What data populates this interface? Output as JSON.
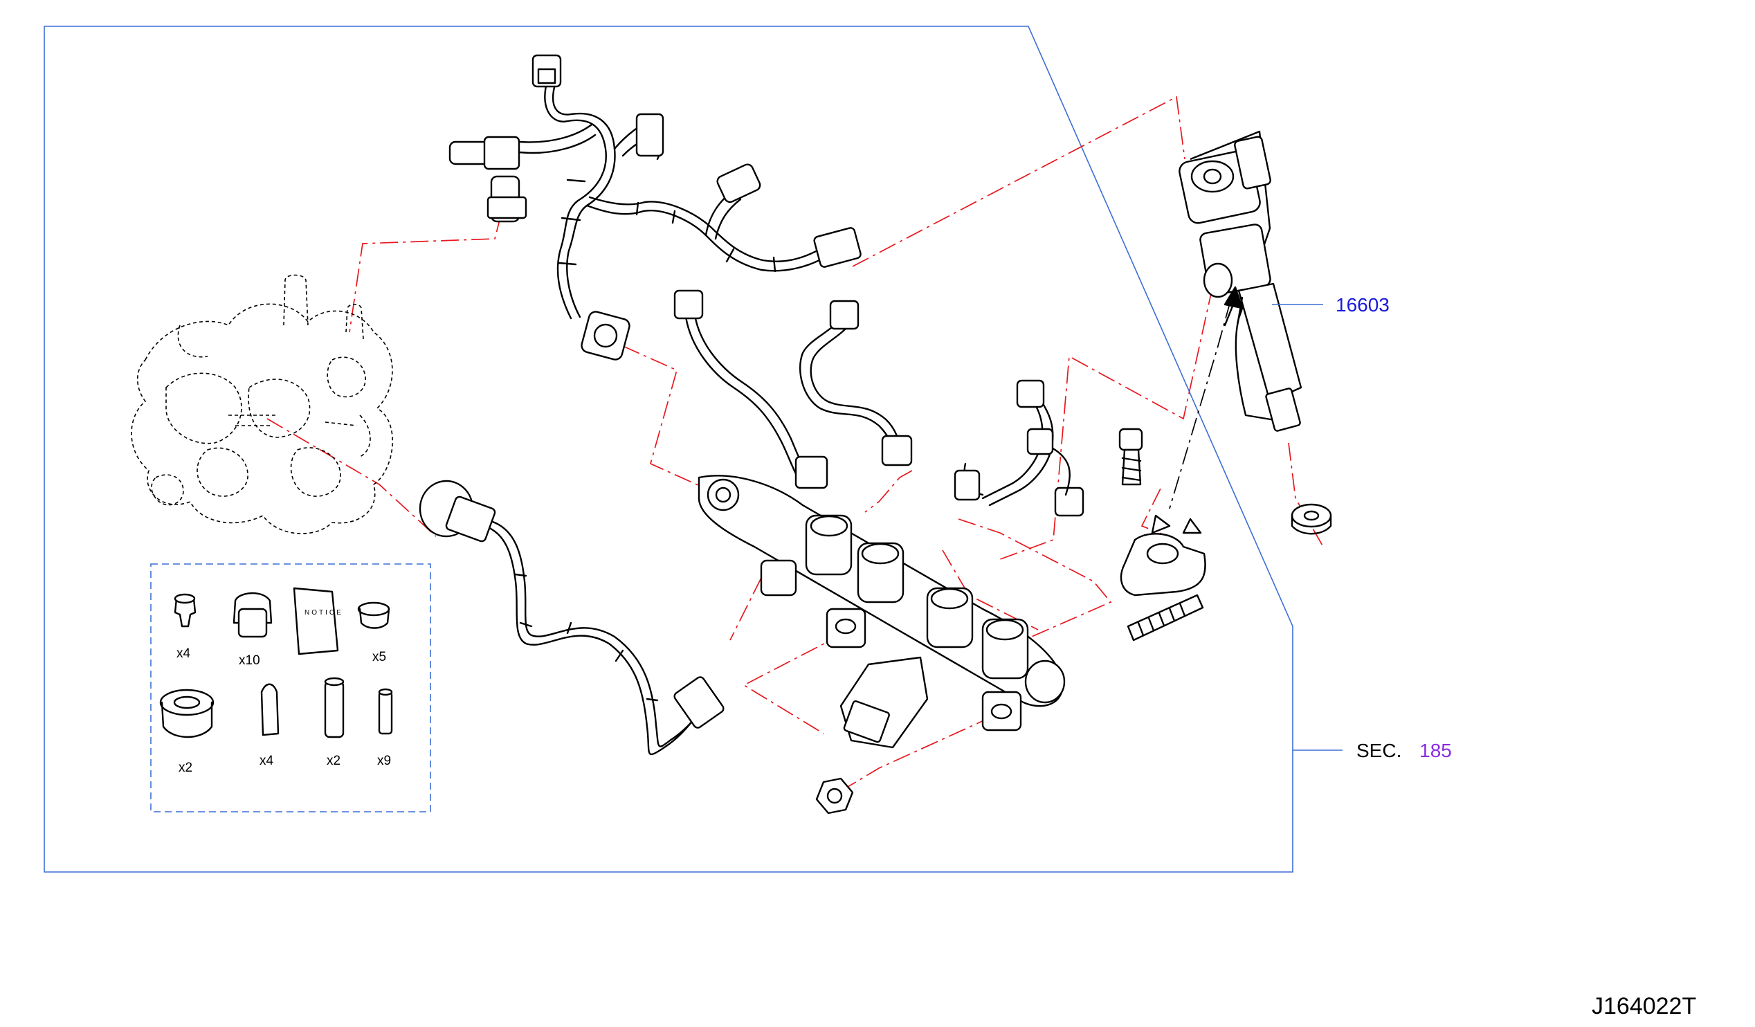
{
  "callouts": {
    "injector": {
      "part_no": "16603",
      "color": "#1a1adb"
    },
    "section": {
      "prefix": "SEC.",
      "number": "185",
      "number_color": "#8a2be2"
    }
  },
  "kit_quantities": [
    "x4",
    "x10",
    "x5",
    "x2",
    "x4",
    "x2",
    "x9"
  ],
  "kit_card_text": "NOTICE",
  "drawing_id": "J164022T",
  "colors": {
    "frame": "#3d6fd6",
    "leader": "#e8181e",
    "line": "#000000"
  }
}
